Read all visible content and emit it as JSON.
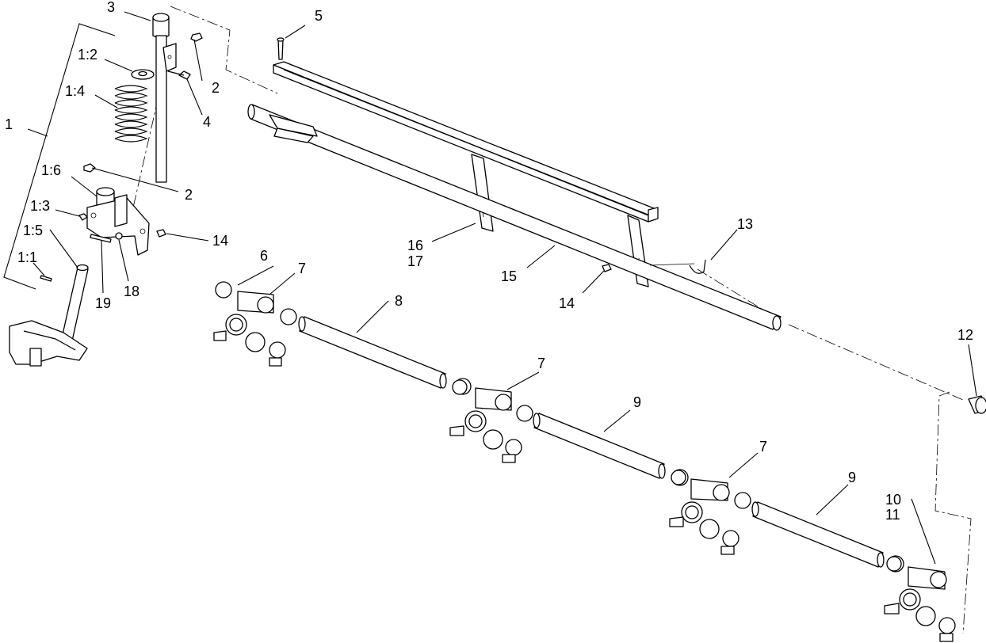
{
  "callouts": {
    "c1": "1",
    "c1_1": "1:1",
    "c1_2": "1:2",
    "c1_3": "1:3",
    "c1_4": "1:4",
    "c1_5": "1:5",
    "c1_6": "1:6",
    "c2a": "2",
    "c2b": "2",
    "c3": "3",
    "c4": "4",
    "c5": "5",
    "c6": "6",
    "c7a": "7",
    "c7b": "7",
    "c7c": "7",
    "c8": "8",
    "c9a": "9",
    "c9b": "9",
    "c10": "10",
    "c11": "11",
    "c12": "12",
    "c13": "13",
    "c14a": "14",
    "c14b": "14",
    "c15": "15",
    "c16": "16",
    "c17": "17",
    "c18": "18",
    "c19": "19"
  }
}
